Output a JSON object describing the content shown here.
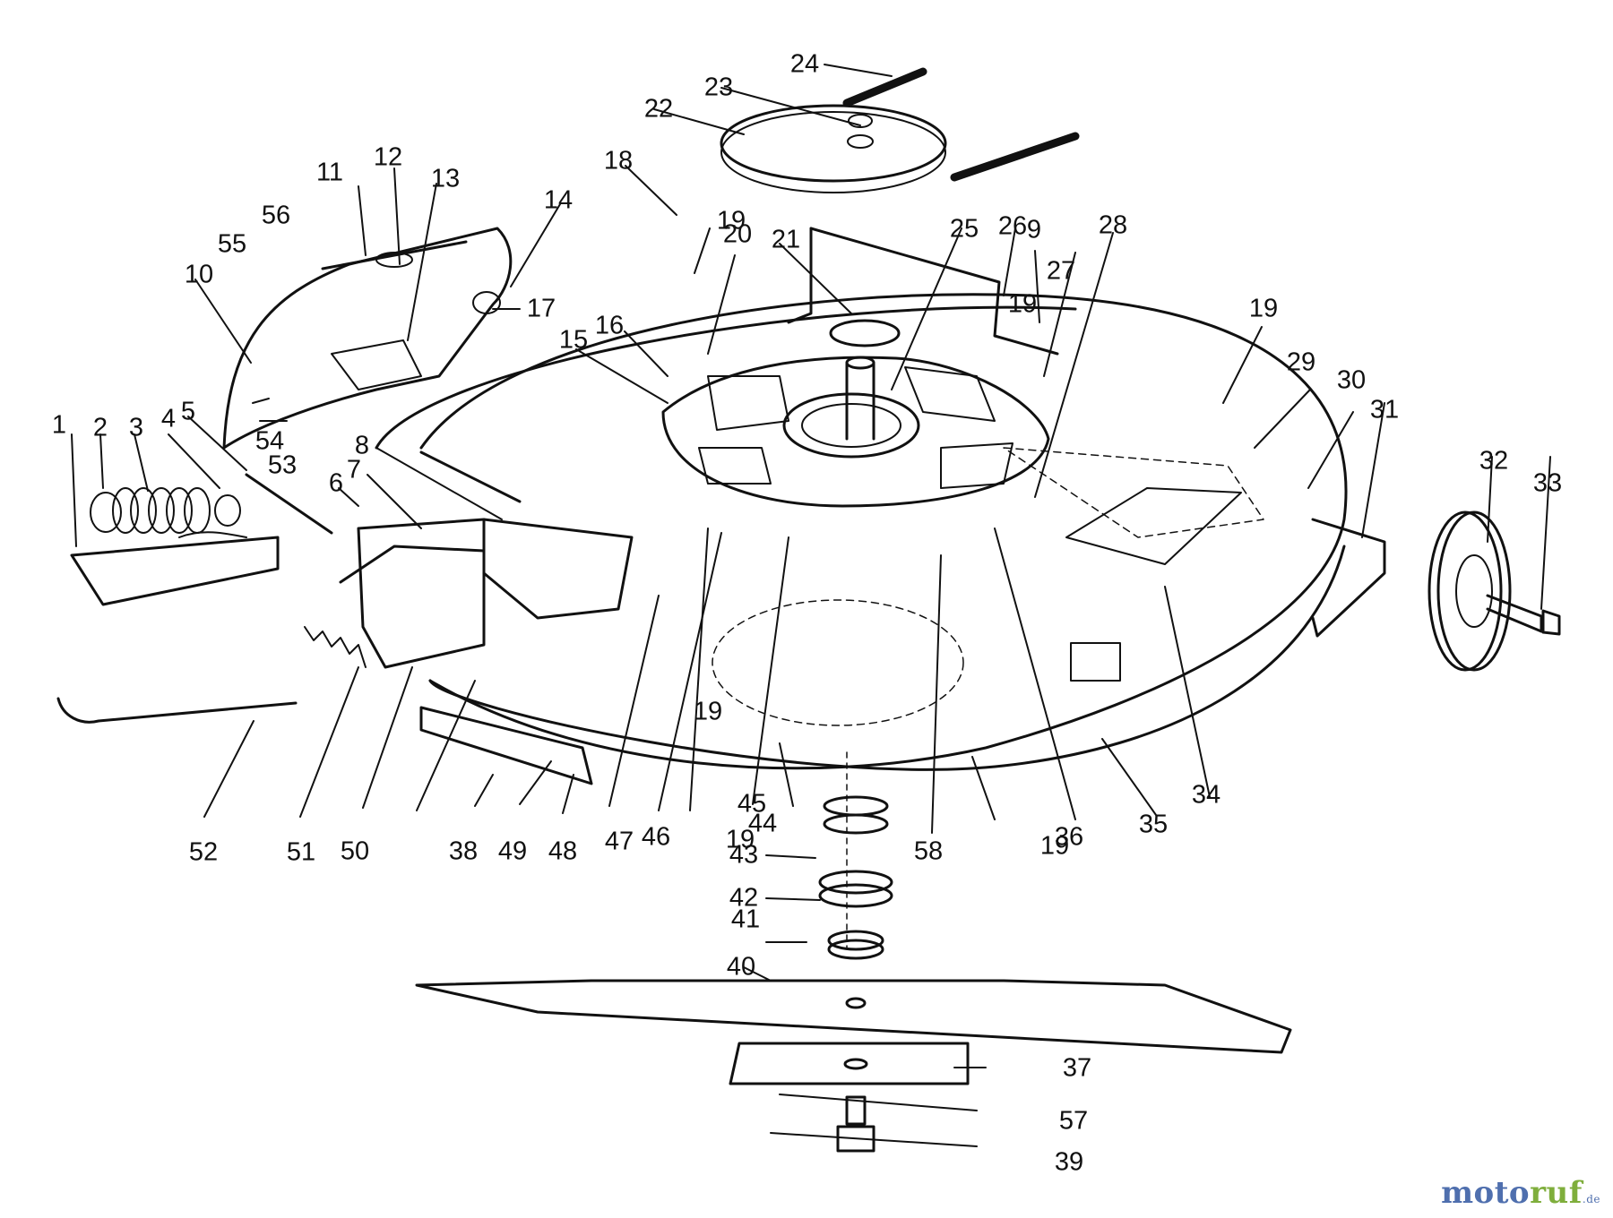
{
  "diagram": {
    "part_numbers": [
      "1",
      "2",
      "3",
      "4",
      "5",
      "6",
      "7",
      "8",
      "9",
      "10",
      "11",
      "12",
      "13",
      "14",
      "15",
      "16",
      "17",
      "18",
      "19",
      "19",
      "19",
      "19",
      "19",
      "19",
      "20",
      "21",
      "22",
      "23",
      "24",
      "25",
      "26",
      "27",
      "28",
      "29",
      "30",
      "31",
      "32",
      "33",
      "34",
      "35",
      "36",
      "37",
      "38",
      "39",
      "40",
      "41",
      "42",
      "43",
      "44",
      "45",
      "46",
      "47",
      "48",
      "49",
      "50",
      "51",
      "52",
      "53",
      "54",
      "55",
      "56",
      "57",
      "58"
    ]
  },
  "watermark": {
    "part1": "moto",
    "part2": "ruf",
    "part3": ".de"
  },
  "colors": {
    "line": "#111111",
    "background": "#ffffff",
    "watermark_blue": "#4f6fae",
    "watermark_green": "#7fae3c"
  }
}
